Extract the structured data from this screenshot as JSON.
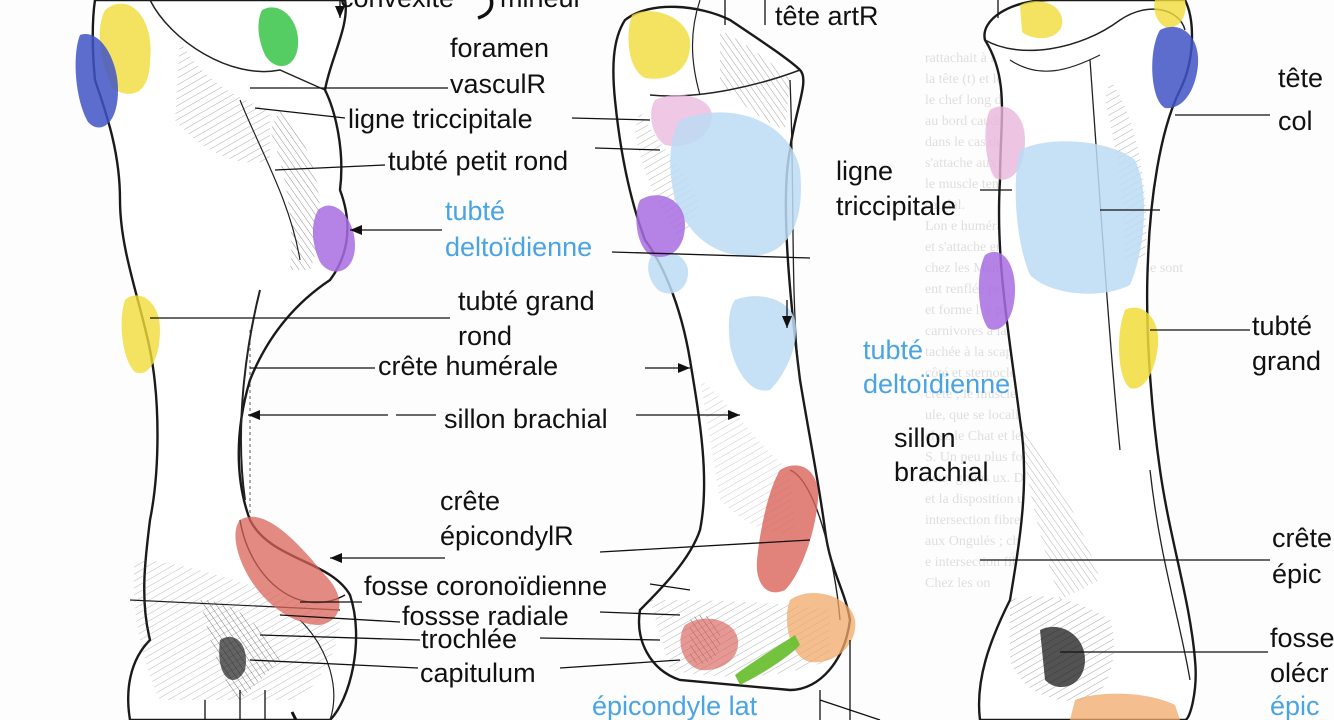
{
  "colors": {
    "yellow": "#f1dc3a",
    "blue": "#3f54c6",
    "green": "#38c448",
    "purple": "#a86de0",
    "pink": "#eab5dc",
    "lightblue": "#bcdaf5",
    "red": "#d9635a",
    "orange": "#f0a869",
    "limegreen": "#6cc034",
    "label_blue": "#4aa4e4"
  },
  "labels": {
    "convexite": "convexité",
    "mineur": "mineur",
    "tete_art_r": "tête artR",
    "foramen_1": "foramen",
    "foramen_2": "vasculR",
    "ligne_tricc_left": "ligne triccipitale",
    "tubte_petit_rond": "tubté petit rond",
    "tubte_delt_1": "tubté",
    "tubte_delt_2": "deltoïdienne",
    "tubte_grand_rond_1": "tubté grand",
    "tubte_grand_rond_2": "rond",
    "crete_humerale": "crête humérale",
    "sillon_brachial": "sillon brachial",
    "crete_epi_1": "crête",
    "crete_epi_2": "épicondylR",
    "fosse_coro": "fosse coronoïdienne",
    "fosse_radiale": "fossse radiale",
    "trochlee": "trochlée",
    "capitulum": "capitulum",
    "epicondyle_lat": "épicondyle lat",
    "ligne_tricc_right_1": "ligne",
    "ligne_tricc_right_2": "triccipitale",
    "tubte_delt_right_1": "tubté",
    "tubte_delt_right_2": "deltoïdienne",
    "sillon_right_1": "sillon",
    "sillon_right_2": "brachial",
    "tete_r": "tête",
    "col_r": "col",
    "tubte_r": "tubté",
    "grand_r": "grand",
    "crete_r": "crête",
    "epic_r": "épic",
    "fosse_r": "fosse",
    "olecr_r": "olécr",
    "epic2_r": "épic"
  },
  "background_text": [
    "rattachait à la scapula",
    "la tête (t) et le col",
    "le chef long du muscle triceps",
    "au bord caudal de la scapula",
    "dans le cas de l'os",
    "s'attache aux deux tiers",
    "le muscle tenseur du fascia",
    "caudal.",
    "",
    "Lon                  e humérale (c) elle",
    "             et s'attache   ent au deltoïdien",
    "chez les Mammifères domestiques qui ne sont",
    "       ent renflée         permet ca",
    "   et forme l'             e pectoral",
    "    carnivores             à la crête",
    "  tachée à la scapula à la portion",
    "  côté et sternocléido          s'insère",
    "  crête ; le muscle brachial    Chez",
    "  ule, que se localise le ...",
    "  chez le Chat et le Lapin    ont",
    "  S. Un peu plus fort      chez le",
    "  deux grêles           ux. Dans",
    "  et la disposition       une faible",
    "  intersection fibreuse    brachio-",
    "  aux Ongulés ; chez les Rumi-",
    "  e intersection fibreuse  humé-",
    "  Chez les   on"
  ]
}
